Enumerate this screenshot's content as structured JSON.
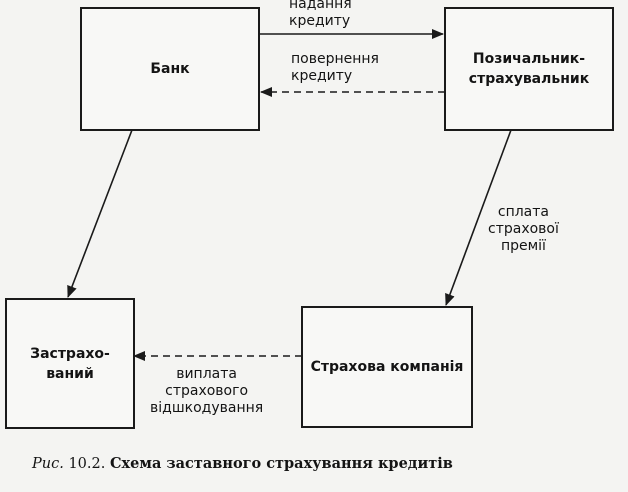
{
  "nodes": {
    "bank": "Банк",
    "borrower": "Позичальник-\nстрахувальник",
    "insurance_company": "Страхова компанія",
    "insured": "Застрахо-\nваний"
  },
  "edges": {
    "loan_issue": "надання\nкредиту",
    "loan_return": "повернення\nкредиту",
    "premium_payment": "сплата\nстрахової\nпремії",
    "compensation_payment": "виплата\nстрахового\nвідшкодування"
  },
  "caption": {
    "prefix": "Рис.",
    "number": "10.2.",
    "title": "Схема заставного страхування кредитів"
  },
  "colors": {
    "line": "#1a1a1a",
    "background": "#f4f4f2"
  }
}
